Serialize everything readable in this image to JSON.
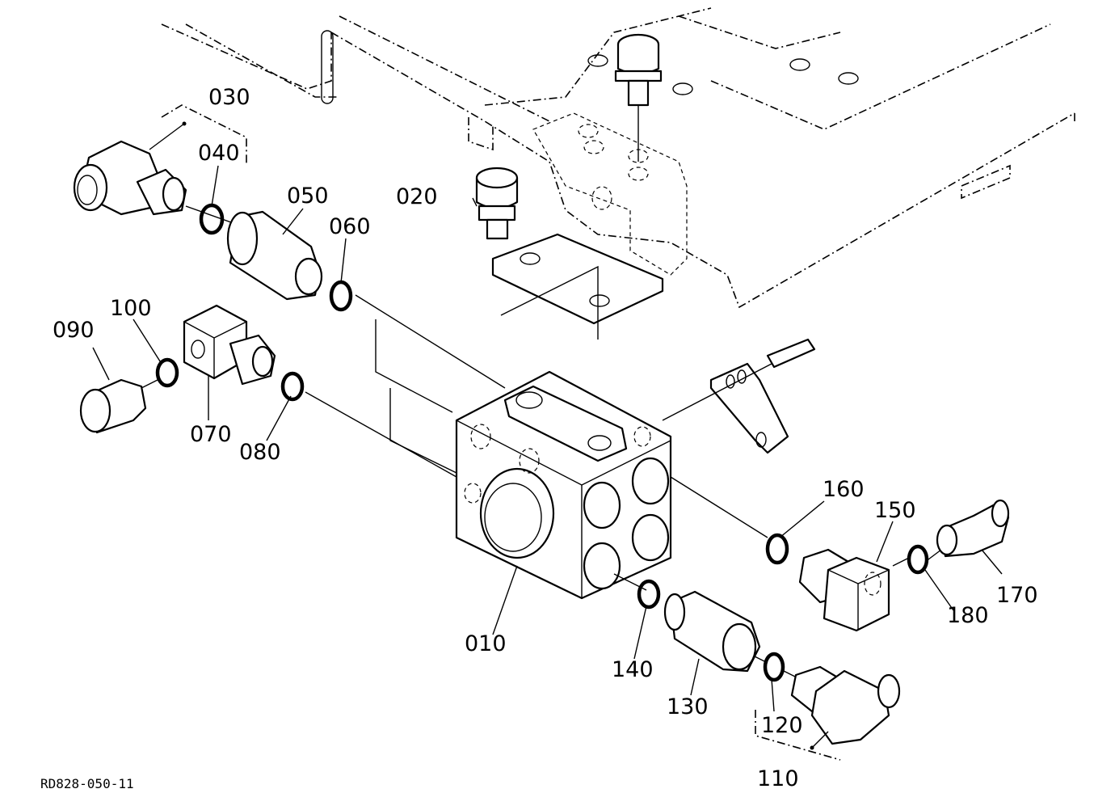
{
  "drawing_code": "RD828-050-11",
  "callouts": [
    {
      "id": "010",
      "label": "010"
    },
    {
      "id": "020",
      "label": "020"
    },
    {
      "id": "030",
      "label": "030"
    },
    {
      "id": "040",
      "label": "040"
    },
    {
      "id": "050",
      "label": "050"
    },
    {
      "id": "060",
      "label": "060"
    },
    {
      "id": "070",
      "label": "070"
    },
    {
      "id": "080",
      "label": "080"
    },
    {
      "id": "090",
      "label": "090"
    },
    {
      "id": "100",
      "label": "100"
    },
    {
      "id": "110",
      "label": "110"
    },
    {
      "id": "120",
      "label": "120"
    },
    {
      "id": "130",
      "label": "130"
    },
    {
      "id": "140",
      "label": "140"
    },
    {
      "id": "150",
      "label": "150"
    },
    {
      "id": "160",
      "label": "160"
    },
    {
      "id": "170",
      "label": "170"
    },
    {
      "id": "180",
      "label": "180"
    }
  ]
}
